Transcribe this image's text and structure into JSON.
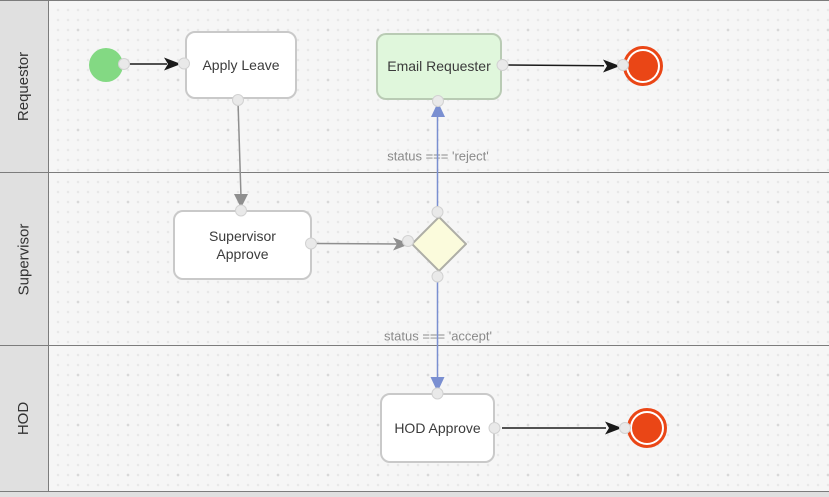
{
  "lanes": [
    {
      "label": "Requestor"
    },
    {
      "label": "Supervisor"
    },
    {
      "label": "HOD"
    }
  ],
  "nodes": {
    "apply_leave": {
      "label": "Apply Leave"
    },
    "email_requester": {
      "label": "Email Requester"
    },
    "supervisor_approve": {
      "label": "Supervisor Approve"
    },
    "hod_approve": {
      "label": "HOD Approve"
    }
  },
  "edges": {
    "reject_label": "status === 'reject'",
    "accept_label": "status === 'accept'"
  },
  "colors": {
    "start_fill": "#83d983",
    "end_fill": "#ea4616",
    "task_fill": "#ffffff",
    "task_border": "#c9c9c9",
    "email_task_fill": "#e0f7dc",
    "email_task_border": "#b9cbb4",
    "gateway_fill": "#fbfbdc",
    "gateway_border": "#aeaea6",
    "edge_black": "#1a1a1a",
    "edge_gray": "#8f8f8f",
    "edge_blue": "#7a8fd1",
    "edge_label_color": "#8a8a8a",
    "lane_header_bg": "#e0e0e0",
    "lane_border": "#7c7c7c",
    "canvas_bg": "#f6f6f6"
  }
}
